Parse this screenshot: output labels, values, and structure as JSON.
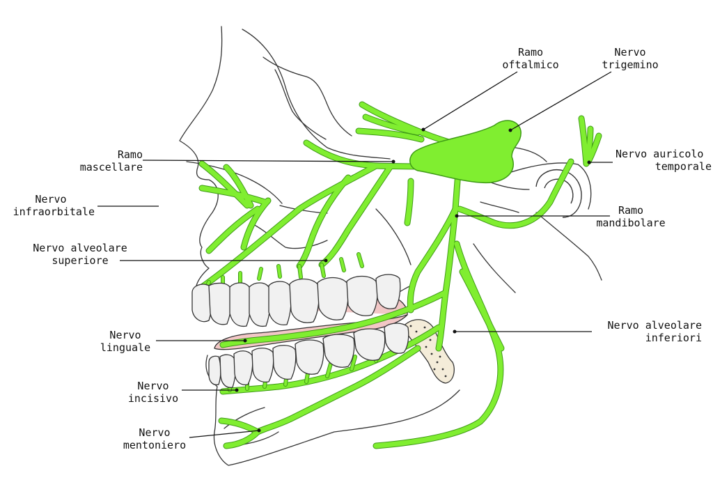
{
  "colors": {
    "nerve": "#80ee30",
    "nerve_outline": "#3e9a16",
    "outline": "#333333",
    "tooth_fill": "#f1f1f1",
    "gum": "#f2c7c6",
    "bone": "#f4ecd9"
  },
  "labels": {
    "ramo_oftalmico": {
      "line1": "Ramo",
      "line2": "oftalmico"
    },
    "nervo_trigemino": {
      "line1": "Nervo",
      "line2": "trigemino"
    },
    "ramo_mascellare": {
      "line1": "Ramo",
      "line2": "mascellare"
    },
    "nervo_auricolo_temporale": {
      "line1": "Nervo auricolo",
      "line2": "temporale"
    },
    "nervo_infraorbitale": {
      "line1": "Nervo",
      "line2": "infraorbitale"
    },
    "ramo_mandibolare": {
      "line1": "Ramo",
      "line2": "mandibolare"
    },
    "nervo_alveolare_superiore": {
      "line1": "Nervo alveolare",
      "line2": "superiore"
    },
    "nervo_alveolare_inferiori": {
      "line1": "Nervo alveolare",
      "line2": "inferiori"
    },
    "nervo_linguale": {
      "line1": "Nervo",
      "line2": "linguale"
    },
    "nervo_incisivo": {
      "line1": "Nervo",
      "line2": "incisivo"
    },
    "nervo_mentoniero": {
      "line1": "Nervo",
      "line2": "mentoniero"
    }
  }
}
